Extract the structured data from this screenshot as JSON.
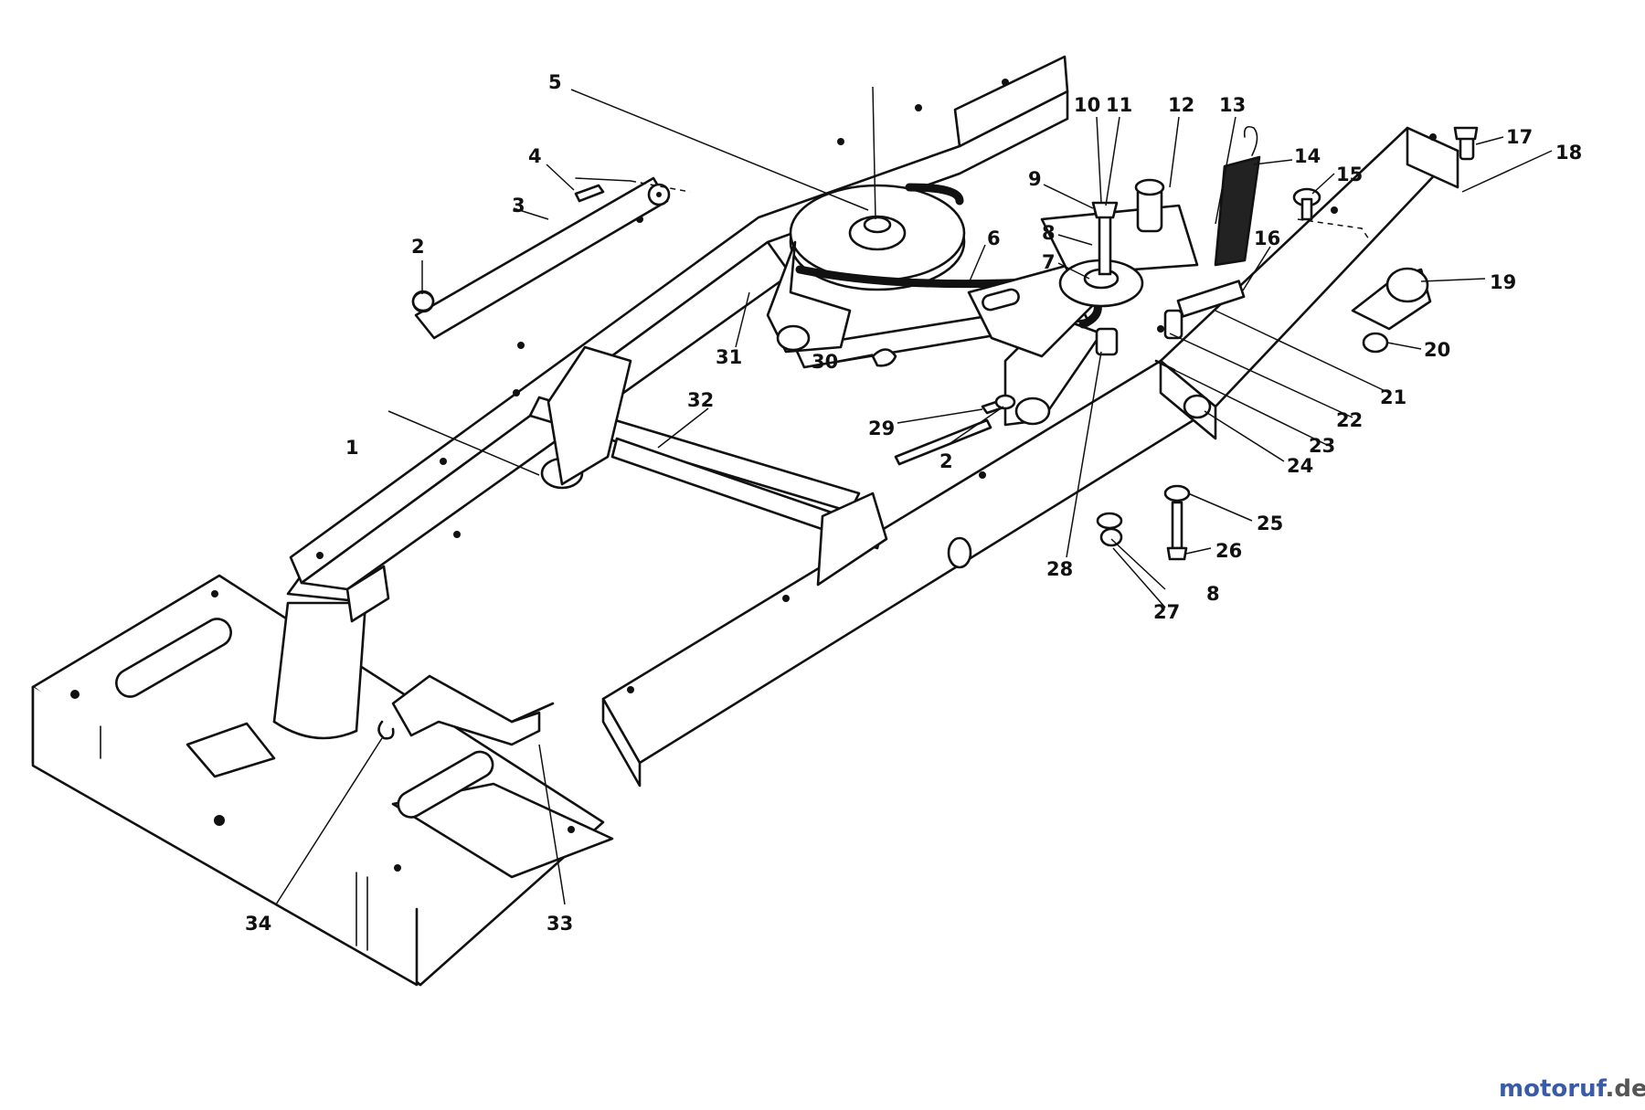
{
  "diagram": {
    "callouts": [
      {
        "label": "1"
      },
      {
        "label": "2"
      },
      {
        "label": "3"
      },
      {
        "label": "4"
      },
      {
        "label": "5"
      },
      {
        "label": "6"
      },
      {
        "label": "7"
      },
      {
        "label": "8"
      },
      {
        "label": "9"
      },
      {
        "label": "10"
      },
      {
        "label": "11"
      },
      {
        "label": "12"
      },
      {
        "label": "13"
      },
      {
        "label": "14"
      },
      {
        "label": "15"
      },
      {
        "label": "16"
      },
      {
        "label": "17"
      },
      {
        "label": "18"
      },
      {
        "label": "19"
      },
      {
        "label": "20"
      },
      {
        "label": "21"
      },
      {
        "label": "22"
      },
      {
        "label": "23"
      },
      {
        "label": "24"
      },
      {
        "label": "25"
      },
      {
        "label": "26"
      },
      {
        "label": "27"
      },
      {
        "label": "8"
      },
      {
        "label": "28"
      },
      {
        "label": "29"
      },
      {
        "label": "2"
      },
      {
        "label": "30"
      },
      {
        "label": "31"
      },
      {
        "label": "32"
      },
      {
        "label": "33"
      },
      {
        "label": "34"
      }
    ]
  },
  "watermark": {
    "brand_part1": "motoruf",
    "brand_part2": ".de",
    "colors": {
      "part1": "#3a5ba8",
      "part2": "#d94a2a"
    }
  }
}
